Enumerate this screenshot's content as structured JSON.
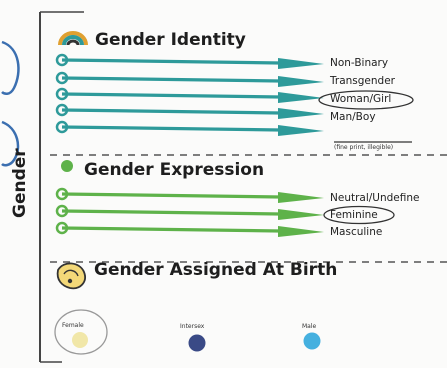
{
  "axis_label": "Gender",
  "identity": {
    "title": "Gender Identity",
    "items": [
      "Non-Binary",
      "Transgender",
      "Woman/Girl",
      "Man/Boy"
    ],
    "circled": "Woman/Girl",
    "footnote": "(fine print, illegible)",
    "color": "#2e9a9a"
  },
  "expression": {
    "title": "Gender Expression",
    "items": [
      "Neutral/Undefine",
      "Feminine",
      "Masculine"
    ],
    "circled": "Feminine",
    "color": "#5eb24a"
  },
  "birth": {
    "title": "Gender Assigned At Birth",
    "options": [
      {
        "label": "Female",
        "color": "#f1e7a8"
      },
      {
        "label": "Intersex",
        "color": "#3a4a86"
      },
      {
        "label": "Male",
        "color": "#45b0df"
      }
    ],
    "circled": "Female"
  }
}
